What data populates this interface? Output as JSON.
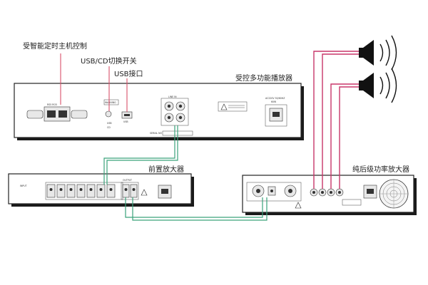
{
  "labels": {
    "controller": "受智能定时主机控制",
    "usb_cd_switch": "USB/CD切换开关",
    "usb_port": "USB接口",
    "player": "受控多功能播放器",
    "preamp": "前置放大器",
    "power_amp": "纯后级功率放大器"
  },
  "panel_text": {
    "rs_port": "RS5 RO5",
    "warning": "WARNING",
    "usb": "USB",
    "cd": "CD",
    "usb_small": "USB",
    "line_in": "LINE IN",
    "power_spec": "AC220V 50/60HZ",
    "power_spec2": "60W",
    "serial": "SERIAL NO",
    "input": "INPUT",
    "output": "OUTPUT"
  },
  "colors": {
    "control_wire": "#c8366a",
    "audio_wire": "#3aa27a",
    "leader": "#d9506a",
    "device_shadow": "#1a1a1a"
  },
  "icons": {
    "speaker": "speaker-icon",
    "warning": "warning-triangle-icon",
    "power": "power-inlet-icon",
    "fan": "fan-grille-icon"
  }
}
